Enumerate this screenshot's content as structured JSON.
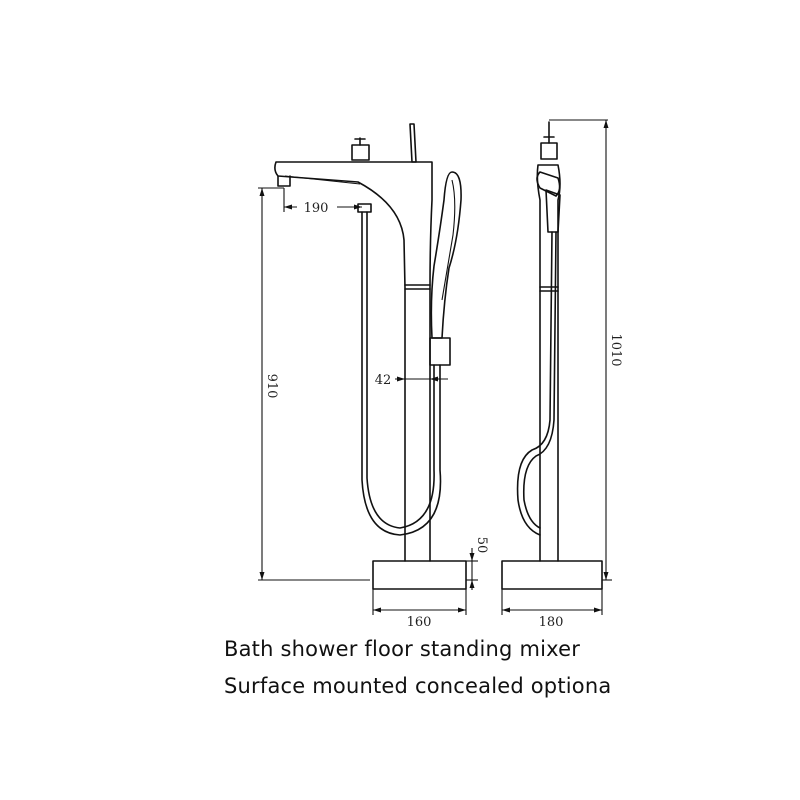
{
  "dimensions": {
    "spout_reach": "190",
    "pipe_gap": "42",
    "total_height_front": "910",
    "base_height": "50",
    "base_width_front": "160",
    "base_width_side": "180",
    "total_height_side": "1010"
  },
  "caption": {
    "line1": "Bath shower floor standing mixer",
    "line2": "Surface mounted concealed optiona"
  }
}
